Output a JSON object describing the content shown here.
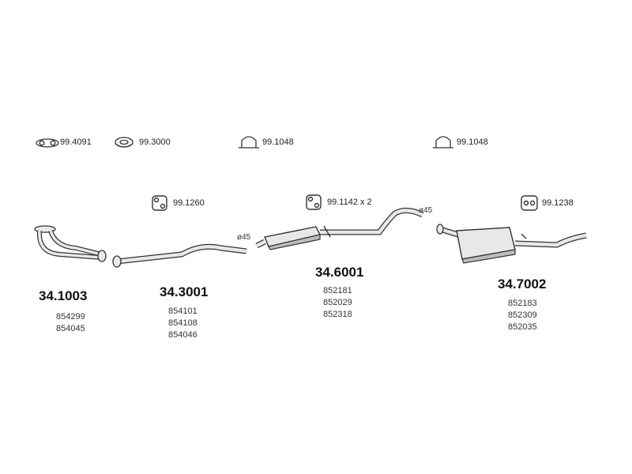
{
  "accessories": {
    "gasket_oval": "99.4091",
    "ring_gasket": "99.3000",
    "clamp_1": "99.1048",
    "clamp_2": "99.1048",
    "mount_front": "99.1260",
    "mount_middle": "99.1142 x 2",
    "mount_rear": "99.1238"
  },
  "diameters": {
    "middle": "ø45",
    "rear": "ø45"
  },
  "parts": [
    {
      "number": "34.1003",
      "oem": [
        "854299",
        "854045"
      ]
    },
    {
      "number": "34.3001",
      "oem": [
        "854101",
        "854108",
        "854046"
      ]
    },
    {
      "number": "34.6001",
      "oem": [
        "852181",
        "852029",
        "852318"
      ]
    },
    {
      "number": "34.7002",
      "oem": [
        "852183",
        "852309",
        "852035"
      ]
    }
  ],
  "colors": {
    "line": "#333333",
    "fill_light": "#e8e8e8",
    "fill_dark": "#bdbdbd"
  }
}
